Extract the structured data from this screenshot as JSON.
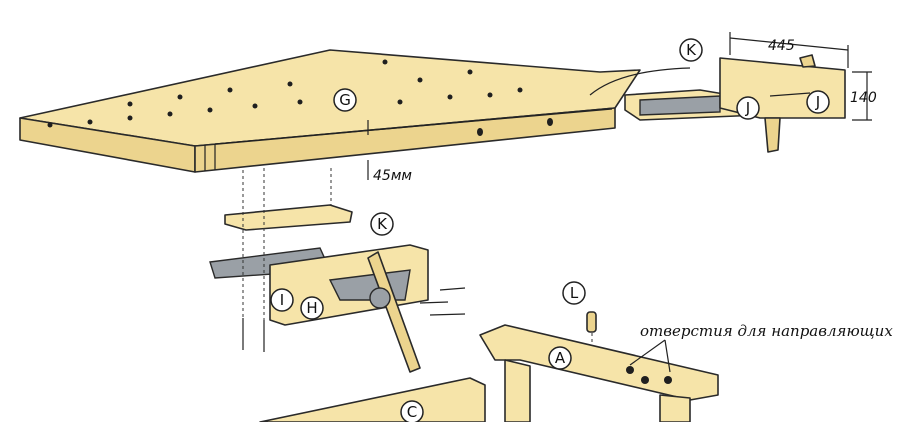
{
  "labels": {
    "G": "G",
    "K_top": "K",
    "J_left": "J",
    "J_right": "J",
    "K_mid": "K",
    "I": "I",
    "H": "H",
    "L": "L",
    "A": "A",
    "C": "C"
  },
  "dimensions": {
    "width": "445",
    "height": "140",
    "thickness": "45мм"
  },
  "annotation": "отверстия для направляющих",
  "colors": {
    "wood": "#f6e4a9",
    "outline": "#2a2a2a",
    "metal": "#9aa0a6"
  }
}
